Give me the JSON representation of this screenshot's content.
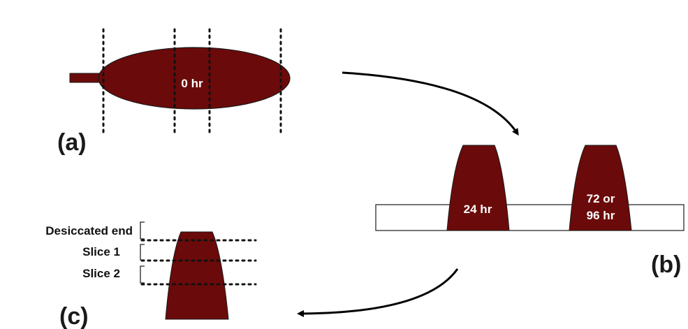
{
  "panel_a": {
    "letter": "(a)",
    "time_label": "0 hr"
  },
  "panel_b": {
    "letter": "(b)",
    "sample1_label": "24 hr",
    "sample2_label_line1": "72 or",
    "sample2_label_line2": "96 hr"
  },
  "panel_c": {
    "letter": "(c)",
    "desiccated_end": "Desiccated end",
    "slice1": "Slice 1",
    "slice2": "Slice 2"
  },
  "colors": {
    "tissue": "#6b0a0a",
    "outline": "#1a1a1a",
    "dots": "#111111"
  }
}
